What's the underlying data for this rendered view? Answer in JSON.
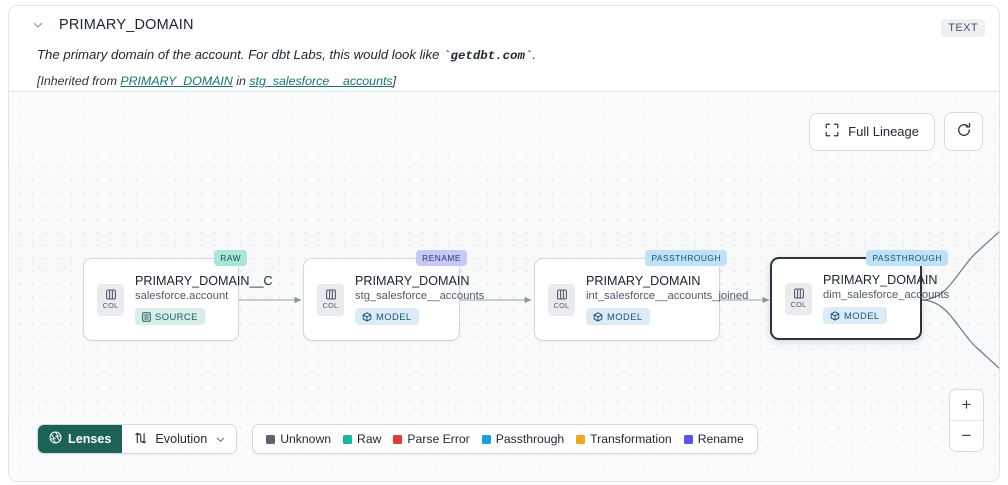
{
  "header": {
    "collapse_icon": "chevron-down-icon",
    "column_name": "PRIMARY_DOMAIN",
    "type_chip": "TEXT",
    "description_prefix": "The primary domain of the account. For dbt Labs, this would look like ",
    "description_code": "`getdbt.com`",
    "description_suffix": ".",
    "inherited_prefix": "[Inherited from ",
    "inherited_link": "PRIMARY_DOMAIN",
    "inherited_middle": " in ",
    "inherited_source": "stg_salesforce__accounts",
    "inherited_suffix": "]"
  },
  "controls": {
    "full_lineage_label": "Full Lineage",
    "full_lineage_icon": "expand-icon",
    "refresh_icon": "refresh-icon",
    "zoom_in": "+",
    "zoom_out": "−"
  },
  "graph": {
    "nodes": [
      {
        "tag": "RAW",
        "tag_style": "raw",
        "badge_icon": "columns-icon",
        "badge_label": "COL",
        "title": "PRIMARY_DOMAIN__C",
        "subtitle": "salesforce.account",
        "kind": "SOURCE",
        "kind_style": "source",
        "kind_icon": "database-icon",
        "selected": false
      },
      {
        "tag": "RENAME",
        "tag_style": "rename",
        "badge_icon": "columns-icon",
        "badge_label": "COL",
        "title": "PRIMARY_DOMAIN",
        "subtitle": "stg_salesforce__accounts",
        "kind": "MODEL",
        "kind_style": "model",
        "kind_icon": "cube-icon",
        "selected": false
      },
      {
        "tag": "PASSTHROUGH",
        "tag_style": "passthrough",
        "badge_icon": "columns-icon",
        "badge_label": "COL",
        "title": "PRIMARY_DOMAIN",
        "subtitle": "int_salesforce__accounts_joined",
        "kind": "MODEL",
        "kind_style": "model",
        "kind_icon": "cube-icon",
        "selected": false
      },
      {
        "tag": "PASSTHROUGH",
        "tag_style": "passthrough",
        "badge_icon": "columns-icon",
        "badge_label": "COL",
        "title": "PRIMARY_DOMAIN",
        "subtitle": "dim_salesforce_accounts",
        "kind": "MODEL",
        "kind_style": "model",
        "kind_icon": "cube-icon",
        "selected": true
      }
    ]
  },
  "bottom_bar": {
    "lenses_label": "Lenses",
    "lenses_icon": "aperture-icon",
    "evolution_label": "Evolution",
    "evolution_icon": "evolution-arrows-icon",
    "evolution_chevron": "chevron-down-icon",
    "legend": [
      {
        "label": "Unknown",
        "color": "#5b6370"
      },
      {
        "label": "Raw",
        "color": "#16b79d"
      },
      {
        "label": "Parse Error",
        "color": "#e03a3a"
      },
      {
        "label": "Passthrough",
        "color": "#1a9fdc"
      },
      {
        "label": "Transformation",
        "color": "#f2a81d"
      },
      {
        "label": "Rename",
        "color": "#5b55e8"
      }
    ]
  }
}
